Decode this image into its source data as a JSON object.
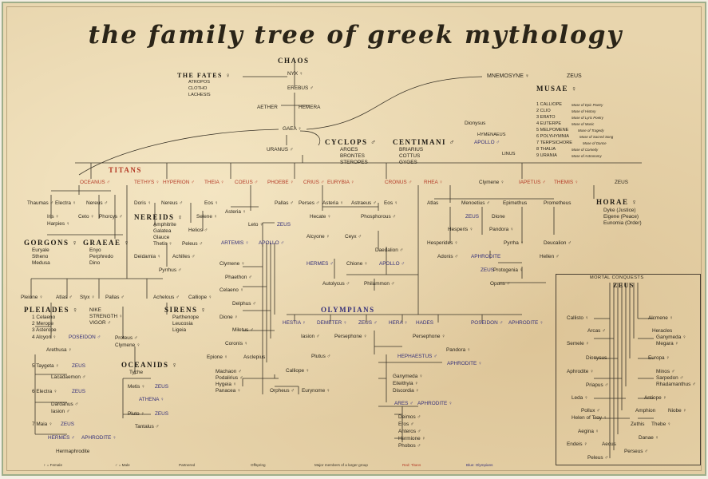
{
  "title": "the family tree of greek mythology",
  "top": {
    "chaos": "CHAOS",
    "nyx": "NYX ♀",
    "erebus": "EREBUS ♂",
    "aether": "AETHER",
    "hemera": "HEMERA",
    "gaea": "GAEA ♀",
    "uranus": "URANUS ♂"
  },
  "fates": {
    "heading": "THE FATES ♀",
    "members": [
      "ATROPOS",
      "CLOTHO",
      "LACHESIS"
    ]
  },
  "cyclops": {
    "heading": "CYCLOPS ♂",
    "members": [
      "ARGES",
      "BRONTES",
      "STEROPES"
    ]
  },
  "centimani": {
    "heading": "CENTIMANI ♂",
    "members": [
      "BRIARIUS",
      "COTTUS",
      "GYGES"
    ]
  },
  "mnemosyne": "MNEMOSYNE ♀",
  "zeus_top": "ZEUS",
  "musae": {
    "heading": "MUSAE ♀",
    "members": [
      {
        "name": "1 CALLIOPE",
        "role": "Muse of Epic Poetry"
      },
      {
        "name": "2 CLIO",
        "role": "Muse of History"
      },
      {
        "name": "3 ERATO",
        "role": "Muse of Lyric Poetry"
      },
      {
        "name": "4 EUTERPE",
        "role": "Muse of Music"
      },
      {
        "name": "5 MELPOMENE",
        "role": "Muse of Tragedy"
      },
      {
        "name": "6 POLYHYMNIA",
        "role": "Muse of Sacred Song"
      },
      {
        "name": "7 TERPSICHORE",
        "role": "Muse of Dance"
      },
      {
        "name": "8 THALIA",
        "role": "Muse of Comedy"
      },
      {
        "name": "9 URANIA",
        "role": "Muse of Astronomy"
      }
    ],
    "dionysus": "Dionysus",
    "hymenaeus": "HYMENAEUS",
    "apollo": "APOLLO ♂",
    "linus": "LINUS"
  },
  "titans": {
    "heading": "TITANS",
    "names": [
      "OCEANUS ♂",
      "TETHYS ♀",
      "HYPERION ♂",
      "THEIA ♀",
      "COEUS ♂",
      "PHOEBE ♀",
      "CRIUS ♂",
      "EURYBIA ♀",
      "CRONUS ♂",
      "RHEA ♀",
      "IAPETUS ♂",
      "THEMIS ♀"
    ]
  },
  "sea": {
    "thaumas": "Thaumas ♂",
    "electra": "Electra ♀",
    "nereus": "Nereus ♂",
    "doris": "Doris ♀",
    "nereus2": "Nereus ♂",
    "iris": "Iris ♀",
    "harpies": "Harpies ♀",
    "ceto": "Ceto ♀",
    "phorcys": "Phorcys ♂",
    "nereids": "NEREIDS ♀",
    "nereid_members": [
      "Amphitrite",
      "Galatea",
      "Glauce"
    ],
    "thetis": "Thetis ♀",
    "peleus": "Peleus ♂",
    "deidamia": "Deidamia ♀",
    "achilles": "Achilles ♂",
    "pyrrhus": "Pyrrhus ♂",
    "eos": "Eos ♀",
    "selene": "Selene ♀",
    "helios": "Helios ♂"
  },
  "gorgons": {
    "heading": "GORGONS ♀",
    "members": [
      "Euryale",
      "Stheno",
      "Medusa"
    ]
  },
  "graeae": {
    "heading": "GRAEAE ♀",
    "members": [
      "Enyo",
      "Perphredo",
      "Dino"
    ]
  },
  "pleiades": {
    "pleione": "Pleione ♀",
    "atlas": "Atlas ♂",
    "styx": "Styx ♀",
    "pallas": "Pallas ♂",
    "heading": "PLEIADES ♀",
    "members": [
      "1 Celaeno",
      "2 Merope",
      "3 Asterope",
      "4 Alcyon ♀"
    ],
    "nike": [
      "NIKE",
      "STRENGTH ♀",
      "VIGOR ♂"
    ],
    "poseidon": "POSEIDON ♂",
    "arethusa": "Arethusa ♀",
    "taygeta": "5 Taygeta ♀",
    "zeus1": "ZEUS",
    "lacadaemon": "Lacadaemon ♂",
    "electra": "6 Electra ♀",
    "zeus2": "ZEUS",
    "dardanus": "Dardanus ♂",
    "iasion": "Iasion ♂",
    "maia": "7 Maia ♀",
    "zeus3": "ZEUS",
    "hermes": "HERMES ♂",
    "aphrodite": "APHRODITE ♀",
    "hermaphrodite": "Hermaphrodite"
  },
  "sirens": {
    "achelous": "Achelous ♂",
    "calliope": "Calliope ♀",
    "heading": "SIRENS ♀",
    "members": [
      "Parthenope",
      "Leucosia",
      "Ligeia"
    ],
    "proteus": "Proteus ♂",
    "clymene": "Clymene ♀"
  },
  "oceanids": {
    "heading": "OCEANIDS ♀",
    "tyche": "Tyche",
    "metis": "Metis ♀",
    "zeus": "ZEUS",
    "athena": "ATHENA ♀",
    "pluto": "Pluto ♀",
    "zeus2": "ZEUS",
    "tantalus": "Tantalus ♂"
  },
  "coeus_line": {
    "asteria": "Asteria ♀",
    "leto": "Leto ♀",
    "zeus": "ZEUS",
    "artemis": "ARTEMIS ♀",
    "apollo": "APOLLO ♂",
    "clymene": "Clymene ♀",
    "phaethon": "Phaethon ♂",
    "celaeno": "Celaeno ♀",
    "delphus": "Delphus ♂",
    "dione": "Dione ♀",
    "miletus": "Miletus ♂",
    "coronis": "Coronis ♀",
    "epione": "Epione ♀",
    "asclepius": "Asclepius",
    "machaon": "Machaon ♂",
    "podalirius": "Podalirius ♂",
    "hygeia": "Hygeia ♀",
    "panacea": "Panacea ♀",
    "calliope": "Calliope ♀",
    "orpheus": "Orpheus ♂",
    "eurynome": "Eurynome ♀"
  },
  "crius_line": {
    "pallas": "Pallas ♂",
    "perses": "Perses ♂",
    "asteria": "Asteria ♀",
    "astraeus": "Astraeus ♂",
    "eos": "Eos ♀",
    "hecate": "Hecate ♀",
    "phosphorous": "Phosphorous ♂",
    "alcyone": "Alcyone ♀",
    "ceyx": "Ceyx ♂",
    "daedalion": "Daedalion ♂",
    "hermes": "HERMES ♂",
    "chione": "Chione ♀",
    "apollo": "APOLLO ♂",
    "autolycus": "Autolycus ♂",
    "philammon": "Philammon ♂"
  },
  "iapetus_line": {
    "clymene": "Clymene ♀",
    "zeus": "ZEUS",
    "atlas": "Atlas",
    "menoetius": "Menoetius ♂",
    "epimethus": "Epimethus",
    "prometheus": "Prometheus",
    "hesperis": "Hesperis ♀",
    "zeus2": "ZEUS",
    "dione": "Dione",
    "hesperides": "Hesperides ♀",
    "pandora": "Pandora ♀",
    "pyrrha": "Pyrrha ♀",
    "deucalion": "Deucalion ♂",
    "hellen": "Hellen ♂",
    "adonis": "Adonis ♂",
    "aphrodite": "APHRODITE",
    "zeus3": "ZEUS",
    "protogenia": "Protogenia ♀",
    "opuns": "Opuns ♂"
  },
  "horae": {
    "heading": "HORAE ♀",
    "members": [
      "Dyke (Justice)",
      "Eigene (Peace)",
      "Eunomia (Order)"
    ]
  },
  "olympians": {
    "heading": "OLYMPIANS",
    "names": [
      "HESTIA ♀",
      "DEMETER ♀",
      "ZEUS ♂",
      "HERA ♀",
      "HADES",
      "POSEIDON ♂",
      "APHRODITE ♀"
    ],
    "iasion": "Iasion ♂",
    "persephone": "Persephone ♀",
    "plutus": "Plutus ♂",
    "persephone2": "Persephone ♀",
    "hephaestus": "HEPHAESTUS ♂",
    "pandora": "Pandora ♀",
    "aphrodite": "APHRODITE ♀",
    "ganymeda": "Ganymeda ♀",
    "eileithyia": "Eileithyia ♀",
    "discordia": "Discordia ♀",
    "ares": "ARES ♂",
    "aphrodite2": "APHRODITE ♀",
    "ares_children": [
      "Deimos ♂",
      "Eros ♂",
      "Anteros ♂",
      "Hermione ♀",
      "Phobos ♂"
    ]
  },
  "mortal": {
    "heading": "MORTAL CONQUESTS",
    "zeus": "ZEUS",
    "left": [
      "Callisto ♀",
      "Arcas ♂",
      "Semele ♀",
      "Dionysus",
      "Aphrodite ♀",
      "Priapus ♂",
      "Leda ♀",
      "Pollux ♂",
      "Helen of Troy ♀",
      "Aegina ♀",
      "Endeis ♀",
      "Aecus",
      "Peleus ♂"
    ],
    "right": [
      "Alcmene ♀",
      "Heracles",
      "Ganymeda ♀",
      "Megara ♀",
      "Europa ♀",
      "Minos ♂",
      "Sarpedon ♂",
      "Rhadamanthus ♂",
      "Antiope ♀",
      "Amphion",
      "Niobe ♀",
      "Zethis",
      "Thebe ♀",
      "Danae ♀",
      "Perseus ♂"
    ]
  },
  "legend": [
    "♀ = Female",
    "♂ = Male",
    "Partnered",
    "Offspring",
    "Major members of a larger group",
    "Red: Titans",
    "Blue: Olympians"
  ],
  "colors": {
    "paper": "#e8d5ad",
    "ink": "#2b261c",
    "titan": "#b43a26",
    "olympian": "#35307a",
    "border": "#9fae8a"
  }
}
